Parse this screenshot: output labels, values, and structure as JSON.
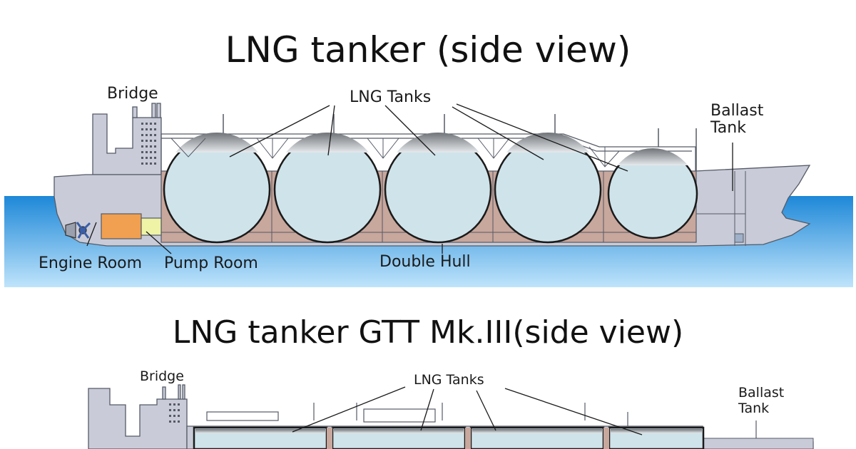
{
  "diagram1": {
    "title": "LNG tanker (side view)",
    "labels": {
      "bridge": "Bridge",
      "lng_tanks": "LNG Tanks",
      "ballast_line1": "Ballast",
      "ballast_line2": "Tank",
      "engine_room": "Engine Room",
      "pump_room": "Pump Room",
      "double_hull": "Double Hull"
    },
    "tank_count": 5
  },
  "diagram2": {
    "title": "LNG tanker GTT Mk.III(side view)",
    "labels": {
      "bridge": "Bridge",
      "lng_tanks": "LNG Tanks",
      "ballast_line1": "Ballast",
      "ballast_line2": "Tank"
    },
    "tank_count": 4
  },
  "colors": {
    "sea_top": "#1e88d8",
    "sea_bottom": "#bfe4fb",
    "hull": "#c9ccd8",
    "hull_stroke": "#555a66",
    "tank_fill": "#cfe3ea",
    "double_hull": "#c8a79c",
    "engine_room": "#f0a050",
    "pump_room": "#eef3a6"
  }
}
